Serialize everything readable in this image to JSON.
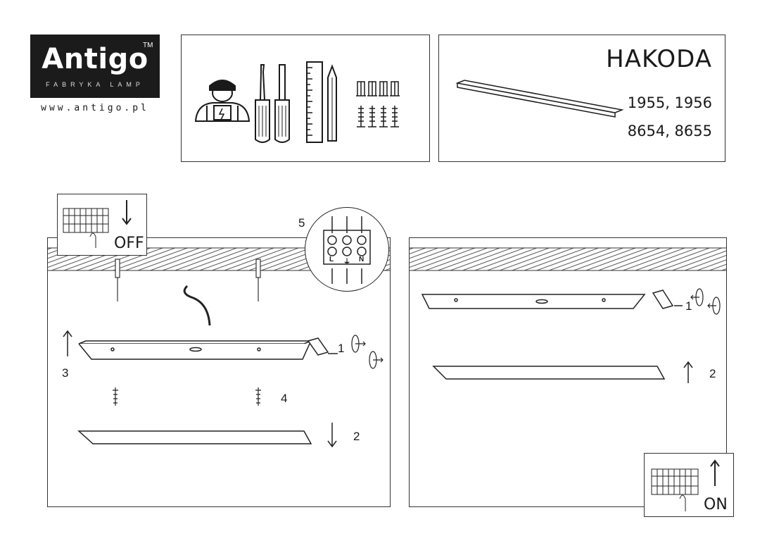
{
  "brand": {
    "name": "Antigo",
    "trademark": "TM",
    "tagline": "FABRYKA LAMP",
    "url": "www.antigo.pl"
  },
  "product": {
    "name": "HAKODA",
    "codes_line1": "1955, 1956",
    "codes_line2": "8654, 8655"
  },
  "tools": {
    "icons": [
      "electrician-icon",
      "flat-screwdriver-icon",
      "phillips-screwdriver-icon",
      "ruler-icon",
      "pencil-icon",
      "wall-plug-icon",
      "screw-icon"
    ]
  },
  "installation": {
    "switch_off_label": "OFF",
    "switch_on_label": "ON",
    "wiring_terminals": [
      "L",
      "⏚",
      "N"
    ],
    "step_numbers": {
      "cover_tab": "1",
      "diffuser": "2",
      "base_lift": "3",
      "screws": "4",
      "wiring": "5"
    }
  }
}
